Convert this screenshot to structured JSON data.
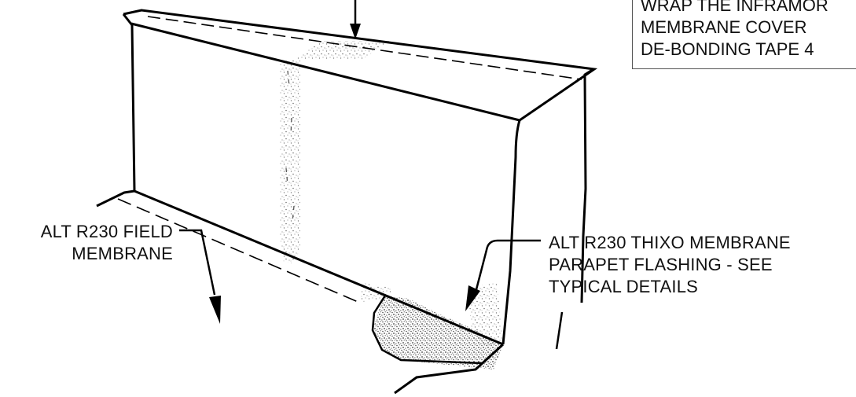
{
  "note": {
    "lines": [
      "WRAP THE INFRAMOR",
      "MEMBRANE COVER",
      "DE-BONDING TAPE 4"
    ]
  },
  "left_callout": {
    "lines": [
      "ALT R230 FIELD",
      "MEMBRANE"
    ]
  },
  "right_callout": {
    "lines": [
      "ALT R230 THIXO MEMBRANE",
      "PARAPET FLASHING - SEE",
      "TYPICAL DETAILS"
    ]
  },
  "colors": {
    "line": "#000000",
    "stipple": "#7a7a7a",
    "box_border": "#555555"
  }
}
